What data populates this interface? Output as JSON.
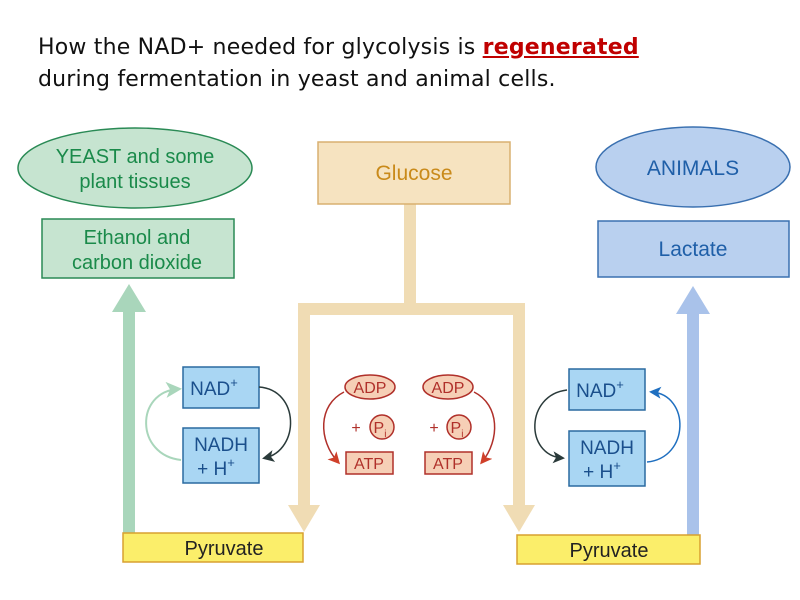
{
  "title": {
    "part1": "How the NAD+ needed for glycolysis is ",
    "highlight": "regenerated",
    "part2": "during fermentation in yeast and animal cells."
  },
  "diagram": {
    "yeast": {
      "organism_line1": "YEAST and some",
      "organism_line2": "plant tissues",
      "product_line1": "Ethanol and",
      "product_line2": "carbon dioxide",
      "nad": "NAD",
      "nad_sup": "+",
      "nadh_line1": "NADH",
      "nadh_line2": "+ H",
      "nadh_sup": "+",
      "pyruvate": "Pyruvate"
    },
    "center": {
      "glucose": "Glucose",
      "left": {
        "adp": "ADP",
        "plus": "+",
        "pi": "P",
        "pi_sub": "i",
        "atp": "ATP"
      },
      "right": {
        "adp": "ADP",
        "plus": "+",
        "pi": "P",
        "pi_sub": "i",
        "atp": "ATP"
      }
    },
    "animals": {
      "organism": "ANIMALS",
      "product": "Lactate",
      "nad": "NAD",
      "nad_sup": "+",
      "nadh_line1": "NADH",
      "nadh_line2": "+ H",
      "nadh_sup": "+",
      "pyruvate": "Pyruvate"
    },
    "colors": {
      "yeast_fill": "#c6e4d0",
      "yeast_text": "#1a8a4a",
      "yeast_arrow": "#a9d6bb",
      "glucose_fill": "#f6e3c0",
      "glucose_text": "#c98a1a",
      "glucose_arrow": "#f0dcb4",
      "animal_fill": "#b9d0ef",
      "animal_text": "#1f5fa8",
      "animal_arrow": "#a9c2ea",
      "nad_fill": "#a9d6f3",
      "nad_text": "#1a4f8c",
      "atp_fill": "#f6cfb6",
      "atp_text": "#b0302a",
      "pyruvate_fill": "#fbee6a",
      "title_highlight": "#c00000"
    }
  }
}
